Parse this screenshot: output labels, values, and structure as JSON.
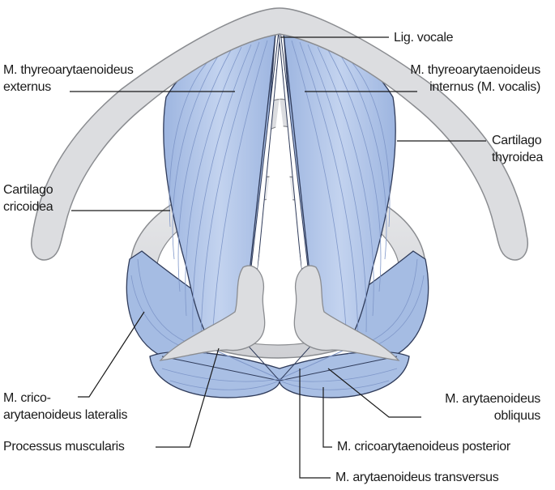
{
  "labels": {
    "lig_vocale": "Lig. vocale",
    "thyreo_externus_1": "M. thyreoarytaenoideus",
    "thyreo_externus_2": "externus",
    "thyreo_internus_1": "M. thyreoarytaenoideus",
    "thyreo_internus_2": "internus (M. vocalis)",
    "cart_thyroidea_1": "Cartilago",
    "cart_thyroidea_2": "thyroidea",
    "cart_cricoidea_1": "Cartilago",
    "cart_cricoidea_2": "cricoidea",
    "crico_lateralis_1": "M. crico-",
    "crico_lateralis_2": "arytaenoideus lateralis",
    "proc_muscularis": "Processus muscularis",
    "aryt_obliquus_1": "M. arytaenoideus",
    "aryt_obliquus_2": "obliquus",
    "crico_posterior": "M. cricoarytaenoideus posterior",
    "aryt_transversus": "M. arytaenoideus transversus"
  },
  "colors": {
    "muscle_fill": "#a9bfe4",
    "muscle_light": "#c9d7f1",
    "muscle_stroke": "#2f3b5a",
    "fiber": "#7f97c9",
    "cartilage_fill": "#dcdde0",
    "cartilage_stroke": "#8a8c90",
    "leader": "#1a1a1a"
  }
}
